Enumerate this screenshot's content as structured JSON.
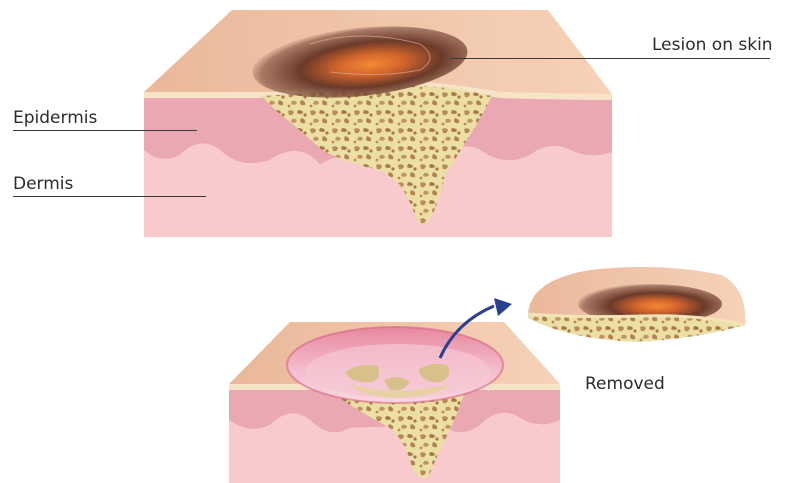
{
  "labels": {
    "lesion": "Lesion on skin",
    "epidermis": "Epidermis",
    "dermis": "Dermis",
    "removed": "Removed"
  },
  "colors": {
    "top_surface": "#f2c6a7",
    "epidermis": "#eaa6b1",
    "dermis": "#f7c7c9",
    "lesion_dark": "#5a3326",
    "lesion_orange": "#f07a2a",
    "tumor": "#eadfa8",
    "tumor_spots": "#b98c52",
    "wound": "#f2b0c4",
    "arrow": "#2b3f8f"
  }
}
